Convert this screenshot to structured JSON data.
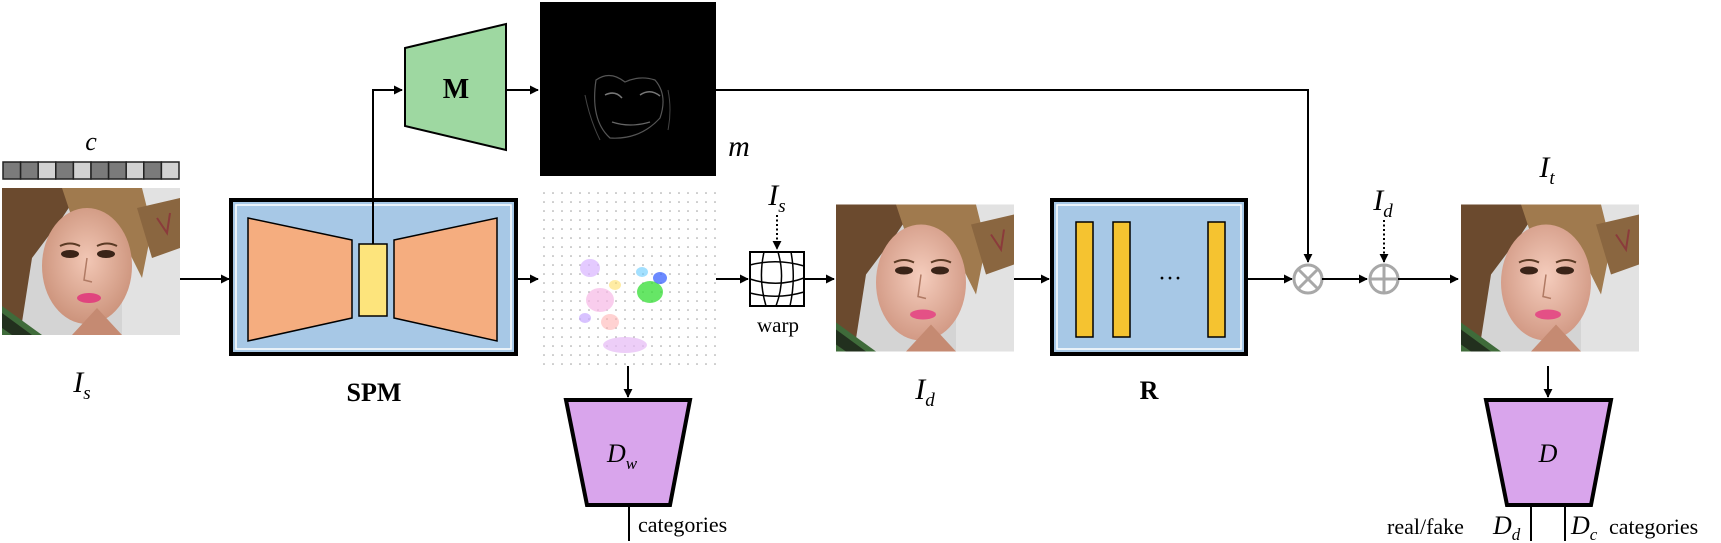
{
  "labels": {
    "c": "c",
    "is_main": "I",
    "is_main_sub": "s",
    "spm": "SPM",
    "m_block": "M",
    "m_map": "m",
    "is_warp": "I",
    "is_warp_sub": "s",
    "warp": "warp",
    "dw": "D",
    "dw_sub": "w",
    "dw_out": "categories",
    "id_main": "I",
    "id_main_sub": "d",
    "r_block": "R",
    "r_dots": "···",
    "id_plus": "I",
    "id_plus_sub": "d",
    "it_main": "I",
    "it_main_sub": "t",
    "d_block": "D",
    "real_fake": "real/fake",
    "dd": "D",
    "dd_sub": "d",
    "dc": "D",
    "dc_sub": "c",
    "dc_out": "categories"
  },
  "colors": {
    "spm_bg": "#a7c8e6",
    "orange": "#f5ad7f",
    "yellow": "#fde47c",
    "m_green": "#9ed8a1",
    "r_bar": "#f5c330",
    "disc_purple": "#d9a5ec",
    "op_gray": "#a8a8a8",
    "c_dark": "#7b7b7b",
    "c_light": "#d2d2d2"
  },
  "c_vector": [
    "dark",
    "dark",
    "light",
    "dark",
    "light",
    "dark",
    "dark",
    "light",
    "dark",
    "light"
  ]
}
